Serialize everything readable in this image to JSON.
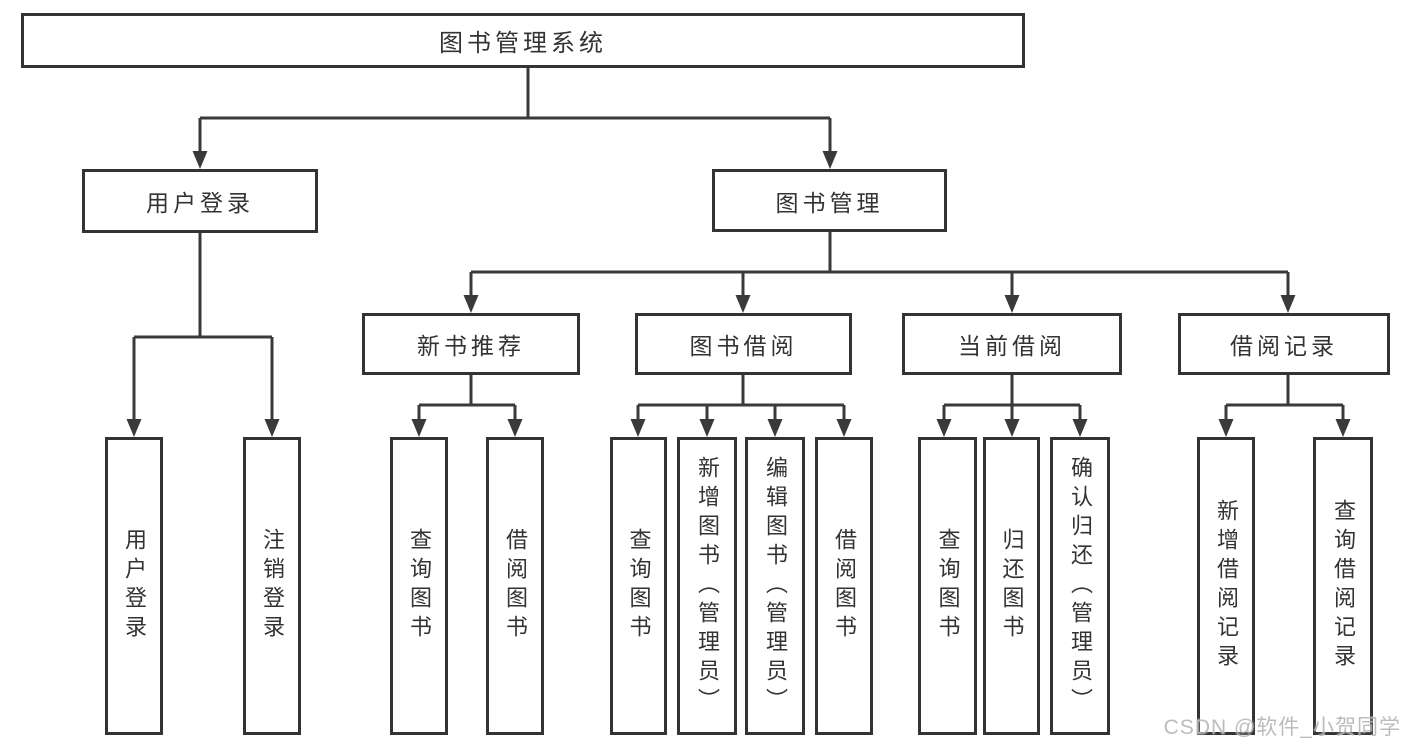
{
  "watermark": "CSDN @软件_小贺同学",
  "colors": {
    "line": "#3a3a3a",
    "border": "#333333",
    "text": "#333333",
    "watermark_text": "#b0b0b0",
    "background": "#ffffff"
  },
  "tree": {
    "root": "图书管理系统",
    "branches": [
      {
        "label": "用户登录",
        "children": [
          "用户登录",
          "注销登录"
        ]
      },
      {
        "label": "图书管理",
        "groups": [
          {
            "label": "新书推荐",
            "children": [
              "查询图书",
              "借阅图书"
            ]
          },
          {
            "label": "图书借阅",
            "children": [
              "查询图书",
              "新增图书（管理员）",
              "编辑图书（管理员）",
              "借阅图书"
            ]
          },
          {
            "label": "当前借阅",
            "children": [
              "查询图书",
              "归还图书",
              "确认归还（管理员）"
            ]
          },
          {
            "label": "借阅记录",
            "children": [
              "新增借阅记录",
              "查询借阅记录"
            ]
          }
        ]
      }
    ]
  }
}
